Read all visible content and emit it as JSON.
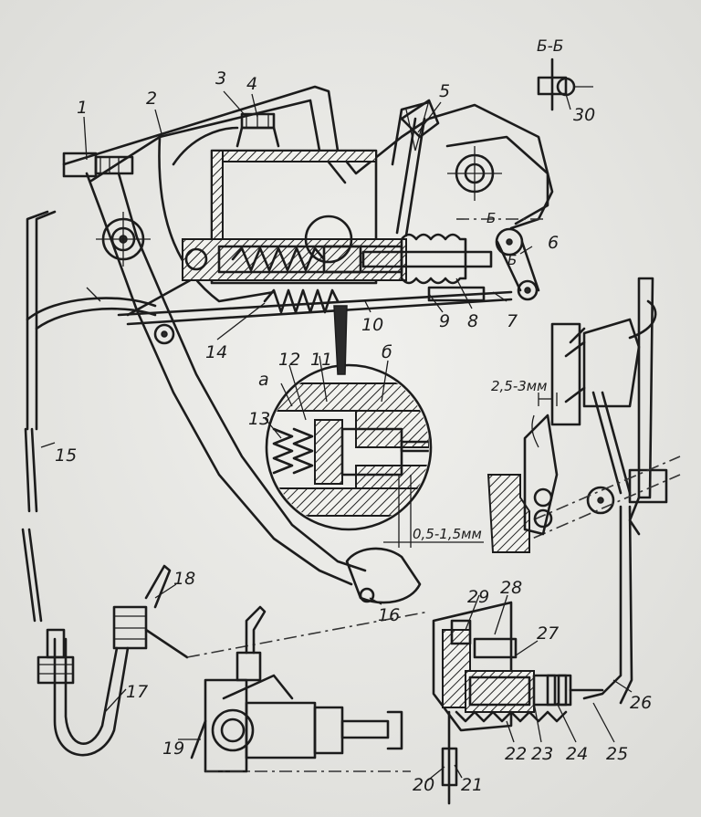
{
  "section_label": "Б-Б",
  "callouts": {
    "c1": "1",
    "c2": "2",
    "c3": "3",
    "c4": "4",
    "c5": "5",
    "c6": "6",
    "c7": "7",
    "c8": "8",
    "c9": "9",
    "c10": "10",
    "c11": "11",
    "c12": "12",
    "c13": "13",
    "c14": "14",
    "c15": "15",
    "c16": "16",
    "c17": "17",
    "c18": "18",
    "c19": "19",
    "c20": "20",
    "c21": "21",
    "c22": "22",
    "c23": "23",
    "c24": "24",
    "c25": "25",
    "c26": "26",
    "c27": "27",
    "c28": "28",
    "c29": "29",
    "c30": "30"
  },
  "detail_letters": {
    "a": "а",
    "b": "б",
    "bsec1": "Б",
    "bsec2": "Б"
  },
  "dimensions": {
    "pedal_gap": "2,5-3мм",
    "piston_gap": "0,5-1,5мм"
  }
}
